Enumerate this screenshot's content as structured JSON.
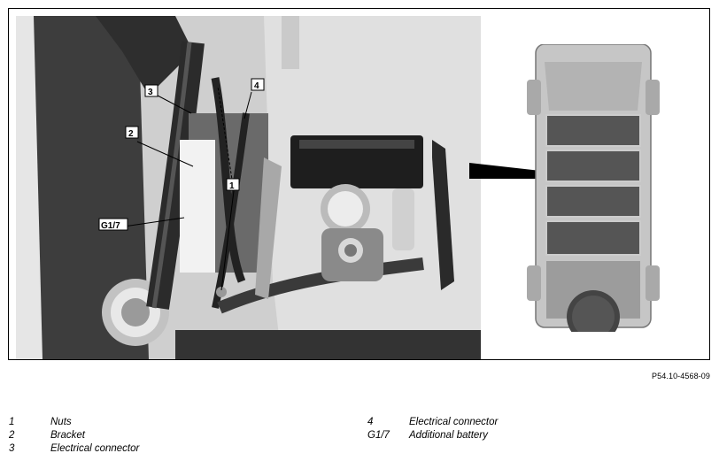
{
  "callouts": {
    "c1": "1",
    "c2": "2",
    "c3": "3",
    "c4": "4",
    "cg17": "G1/7"
  },
  "figure_ref": "P54.10-4568-09",
  "legend": [
    {
      "num": "1",
      "text": "Nuts"
    },
    {
      "num": "2",
      "text": "Bracket"
    },
    {
      "num": "3",
      "text": "Electrical connector"
    },
    {
      "num": "4",
      "text": "Electrical connector"
    },
    {
      "num": "G1/7",
      "text": "Additional battery"
    }
  ],
  "colors": {
    "frame": "#000000",
    "photo_dark": "#3a3a3a",
    "photo_light": "#dcdcdc",
    "vehicle_body": "#bdbdbd",
    "battery_tray": "#555555"
  }
}
